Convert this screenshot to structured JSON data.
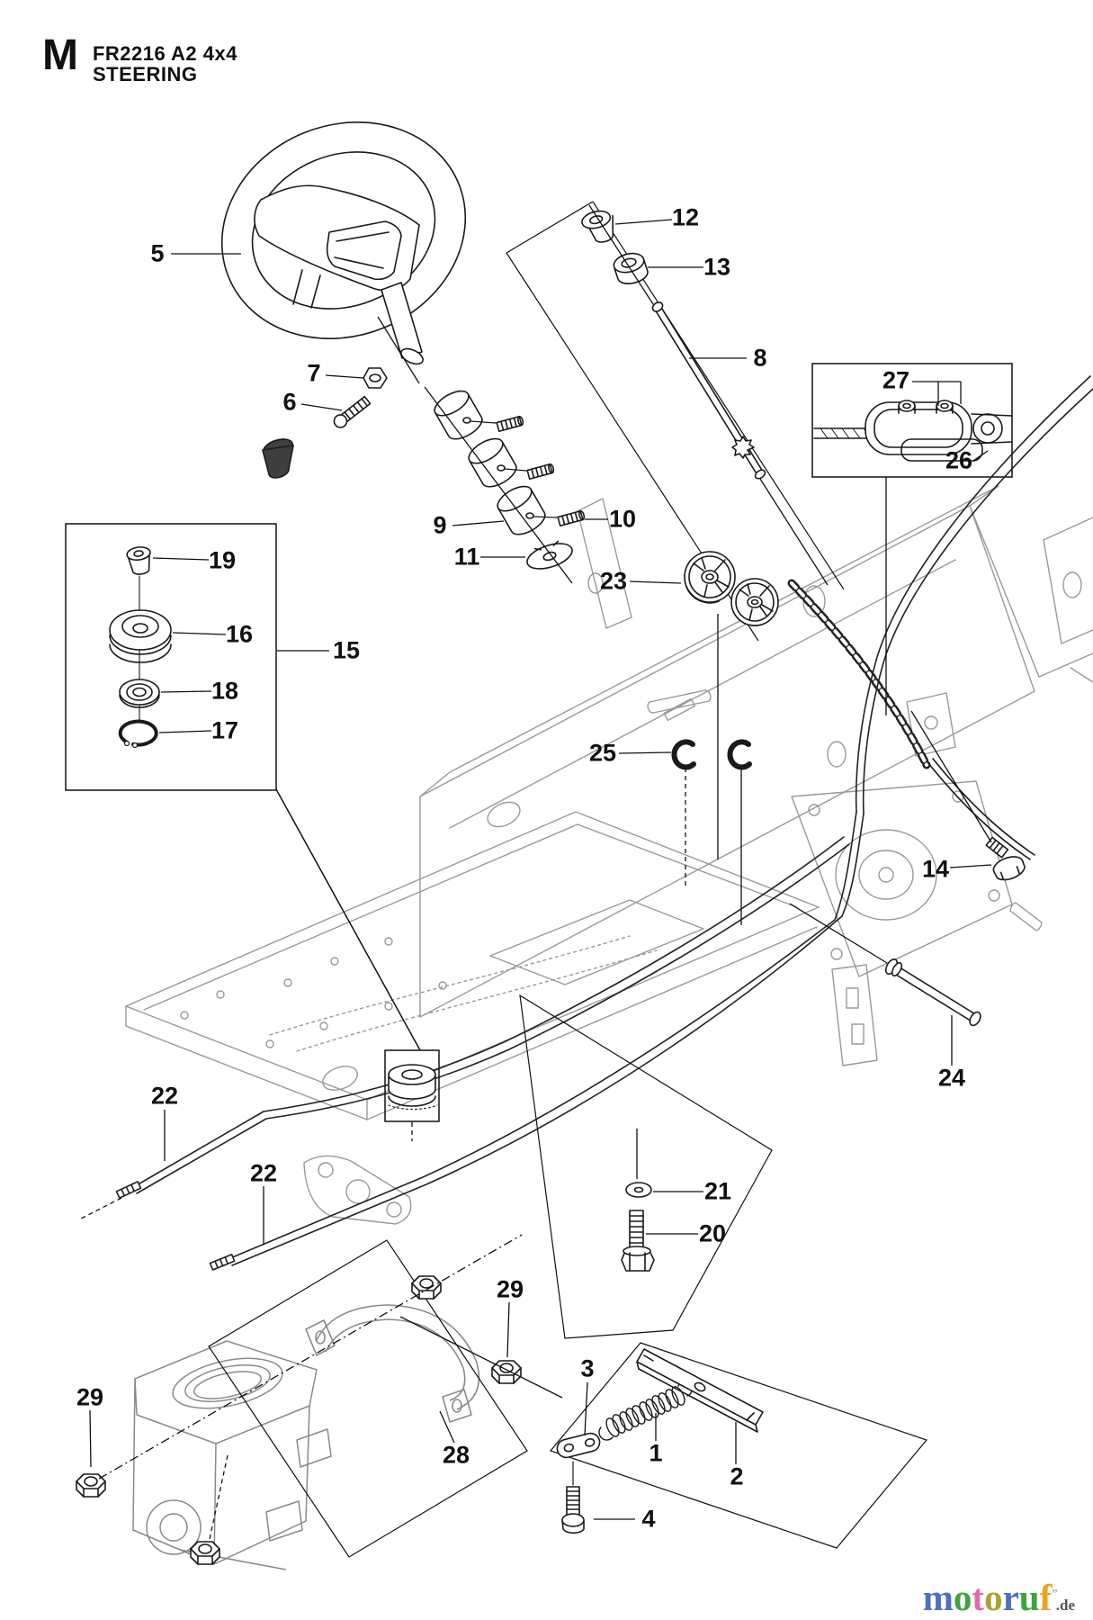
{
  "header": {
    "section_letter": "M",
    "model": "FR2216 A2 4x4",
    "section_title": "STEERING"
  },
  "callouts": [
    {
      "text": "1"
    },
    {
      "text": "2"
    },
    {
      "text": "3"
    },
    {
      "text": "4"
    },
    {
      "text": "5"
    },
    {
      "text": "6"
    },
    {
      "text": "7"
    },
    {
      "text": "8"
    },
    {
      "text": "9"
    },
    {
      "text": "10"
    },
    {
      "text": "11"
    },
    {
      "text": "12"
    },
    {
      "text": "13"
    },
    {
      "text": "14"
    },
    {
      "text": "15"
    },
    {
      "text": "16"
    },
    {
      "text": "17"
    },
    {
      "text": "18"
    },
    {
      "text": "19"
    },
    {
      "text": "20"
    },
    {
      "text": "21"
    },
    {
      "text": "22"
    },
    {
      "text": "22"
    },
    {
      "text": "23"
    },
    {
      "text": "24"
    },
    {
      "text": "25"
    },
    {
      "text": "26"
    },
    {
      "text": "27"
    },
    {
      "text": "28"
    },
    {
      "text": "29"
    },
    {
      "text": "29"
    }
  ],
  "logo": {
    "letters": [
      {
        "ch": "m",
        "color": "#4a6fc4"
      },
      {
        "ch": "o",
        "color": "#3fa43f"
      },
      {
        "ch": "t",
        "color": "#e668a8"
      },
      {
        "ch": "o",
        "color": "#a8a431"
      },
      {
        "ch": "r",
        "color": "#4a6fc4"
      },
      {
        "ch": "u",
        "color": "#3fa43f"
      },
      {
        "ch": "f",
        "color": "#eda31f"
      }
    ],
    "marks": "”",
    "suffix": ".de",
    "suffix_color": "#555555",
    "marks_color": "#aaaaaa"
  },
  "colors": {
    "part_line": "#1a1a1a",
    "frame_line": "#999999",
    "background": "#ffffff"
  }
}
